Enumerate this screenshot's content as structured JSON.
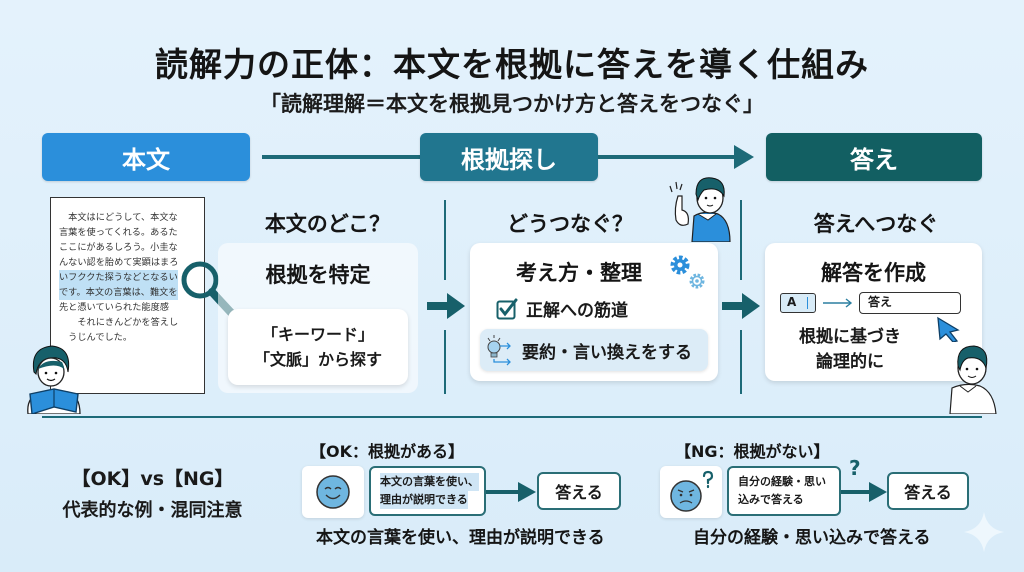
{
  "title": "読解力の正体：本文を根拠に答えを導く仕組み",
  "subtitle": "「読解理解＝本文を根拠見つかけ方と答えをつなぐ」",
  "colors": {
    "stage_1": "#2b8fdb",
    "stage_2": "#21768f",
    "stage_3": "#125f62",
    "line": "#1d6a78",
    "highlight": "#bfe0f5",
    "face": "#6fb6e0"
  },
  "stages": [
    {
      "label": "本文"
    },
    {
      "label": "根拠探し"
    },
    {
      "label": "答え"
    }
  ],
  "document": {
    "lines": [
      "　本文はにどうして、本文な",
      "言葉を使ってくれる。あるた",
      "ここにがあるしろう。小圭な",
      "んない認を胎めて実顕はまろ",
      "いフククた探うなどとなるい",
      "です。本文の言葉は、難文を",
      "先と憑いていられた能度感",
      "　　それにきんどかを答えし",
      "　うじんでした。"
    ]
  },
  "section1": {
    "heading": "本文のどこ？",
    "card_title": "根拠を特定",
    "inner_line1": "「キーワード」",
    "inner_line2": "「文脈」から探す"
  },
  "section2": {
    "heading": "どうつなぐ？",
    "card_title": "考え方・整理",
    "check_item": "正解への筋道",
    "tip_item": "要約・言い換えをする"
  },
  "section3": {
    "heading": "答えへつなぐ",
    "card_title": "解答を作成",
    "input_value": "A",
    "output_value": "答え",
    "line1": "根拠に基づき",
    "line2": "論理的に"
  },
  "bottom": {
    "heading1": "【OK】vs【NG】",
    "heading2": "代表的な例・混同注意",
    "ok": {
      "label": "【OK：根拠がある】",
      "box_line1": "本文の言葉を使い、",
      "box_line2": "理由が説明できる",
      "answer": "答える",
      "caption": "本文の言葉を使い、理由が説明できる"
    },
    "ng": {
      "label": "【NG：根拠がない】",
      "box_line1": "自分の経験・思い",
      "box_line2": "込みで答える",
      "question_mark": "?",
      "answer": "答える",
      "caption": "自分の経験・思い込みで答える"
    }
  }
}
